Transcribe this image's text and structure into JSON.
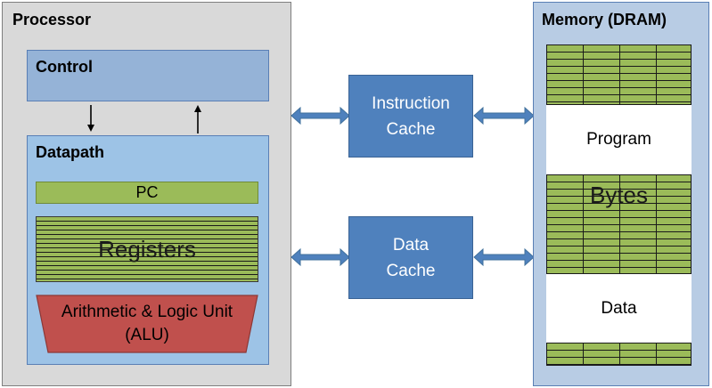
{
  "processor": {
    "title": "Processor",
    "control": {
      "title": "Control"
    },
    "datapath": {
      "title": "Datapath",
      "pc": "PC",
      "registers": "Registers",
      "alu": {
        "line1": "Arithmetic & Logic Unit",
        "line2": "(ALU)"
      }
    }
  },
  "caches": {
    "instruction": {
      "line1": "Instruction",
      "line2": "Cache"
    },
    "data": {
      "line1": "Data",
      "line2": "Cache"
    }
  },
  "memory": {
    "title": "Memory (DRAM)",
    "program": "Program",
    "bytes": "Bytes",
    "data": "Data"
  },
  "colors": {
    "processor_bg": "#d9d9d9",
    "control_bg": "#95b3d7",
    "datapath_bg": "#9dc3e6",
    "register_green": "#9bbb59",
    "alu_red": "#c0504d",
    "cache_blue": "#4f81bd",
    "memory_bg": "#b8cce4",
    "arrow_blue": "#4f81bd"
  }
}
